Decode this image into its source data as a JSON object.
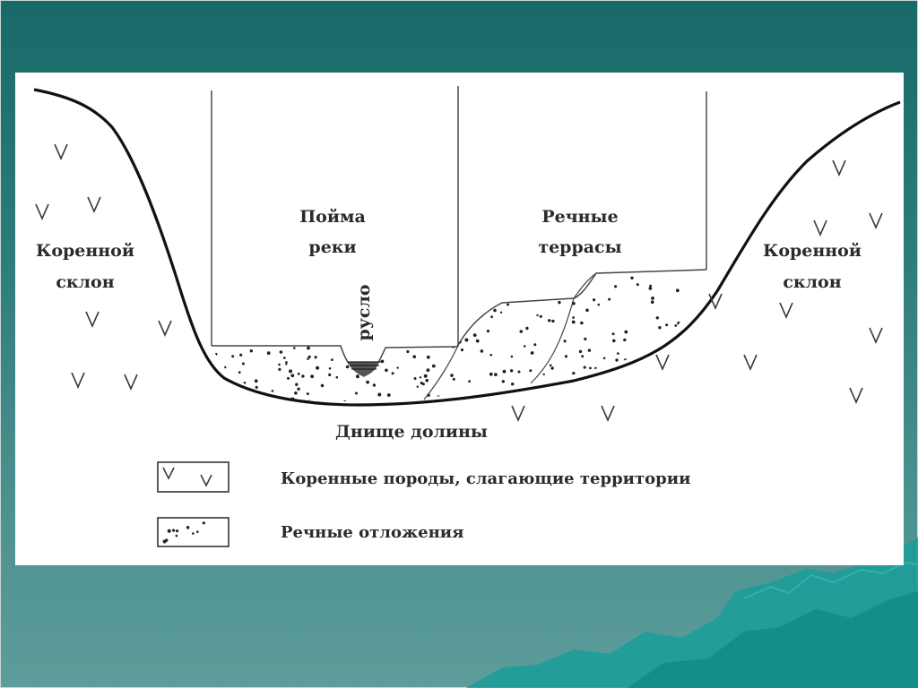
{
  "diagram": {
    "floodplain_label": [
      "Пойма",
      "реки"
    ],
    "terraces_label": [
      "Речные",
      "террасы"
    ],
    "left_slope_label": [
      "Коренной",
      "склон"
    ],
    "right_slope_label": [
      "Коренной",
      "склон"
    ],
    "channel_label": "русло",
    "valley_floor_label": "Днище долины"
  },
  "legend": {
    "bedrock_label": "Коренные породы, слагающие территории",
    "deposits_label": "Речные отложения"
  },
  "colors": {
    "slide_background": "#1f6f6d",
    "panel": "#ffffff",
    "outline": "#111111",
    "accent_mountain": "#16a3a0"
  }
}
